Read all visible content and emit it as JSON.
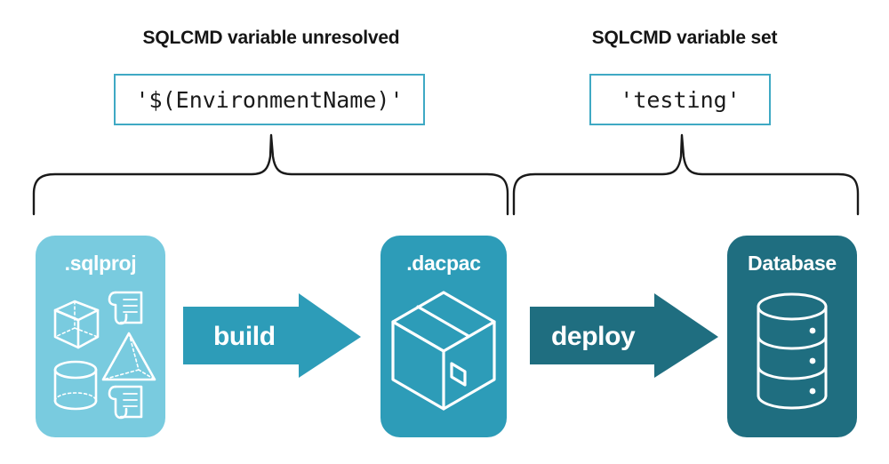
{
  "diagram": {
    "title_left": "SQLCMD variable unresolved",
    "title_right": "SQLCMD variable set",
    "code_left": "'$(EnvironmentName)'",
    "code_right": "'testing'",
    "colors": {
      "sqlproj_fill": "#79CBDF",
      "dacpac_fill": "#2D9CB8",
      "database_fill": "#1F6E80",
      "build_arrow": "#2D9CB8",
      "deploy_arrow": "#1F6E80",
      "code_box_border": "#3FA9C4",
      "brace_stroke": "#1a1a1a",
      "heading_text": "#151515",
      "box_text": "#ffffff",
      "background": "#ffffff"
    },
    "stages": [
      {
        "id": "sqlproj",
        "label": ".sqlproj",
        "icons": [
          "cube-icon",
          "scroll-icon",
          "pyramid-icon",
          "cylinder-icon",
          "scroll-icon"
        ]
      },
      {
        "id": "dacpac",
        "label": ".dacpac",
        "icons": [
          "package-box-icon"
        ]
      },
      {
        "id": "database",
        "label": "Database",
        "icons": [
          "database-cylinder-icon"
        ]
      }
    ],
    "arrows": [
      {
        "id": "build",
        "label": "build",
        "from": ".sqlproj",
        "to": ".dacpac"
      },
      {
        "id": "deploy",
        "label": "deploy",
        "from": ".dacpac",
        "to": "Database"
      }
    ],
    "braces": [
      {
        "id": "brace-left",
        "spans": [
          ".sqlproj",
          ".dacpac"
        ],
        "annotation": "'$(EnvironmentName)'"
      },
      {
        "id": "brace-right",
        "spans": [
          ".dacpac",
          "Database"
        ],
        "annotation": "'testing'"
      }
    ]
  }
}
